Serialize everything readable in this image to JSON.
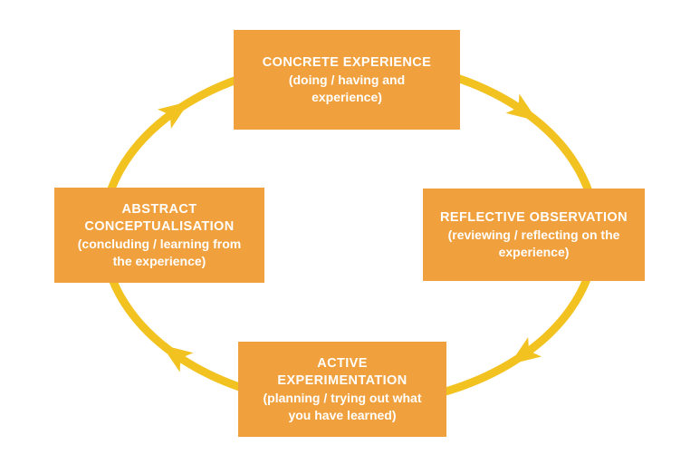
{
  "diagram_type": "cycle",
  "cycle_direction": "clockwise",
  "colors": {
    "box": "#F0A03C",
    "arrow": "#F2C220",
    "text": "#FFFFFF",
    "background": "#FFFFFF"
  },
  "nodes": {
    "top": {
      "title": [
        "CONCRETE EXPERIENCE"
      ],
      "subtitle": [
        "(doing / having and",
        "experience)"
      ]
    },
    "right": {
      "title": [
        "REFLECTIVE OBSERVATION"
      ],
      "subtitle": [
        "(reviewing / reflecting on the",
        "experience)"
      ]
    },
    "bottom": {
      "title": [
        "ACTIVE EXPERIMENTATION"
      ],
      "subtitle": [
        "(planning / trying out what",
        "you have learned)"
      ]
    },
    "left": {
      "title": [
        "ABSTRACT",
        "CONCEPTUALISATION"
      ],
      "subtitle": [
        "(concluding / learning from",
        "the experience)"
      ]
    }
  }
}
